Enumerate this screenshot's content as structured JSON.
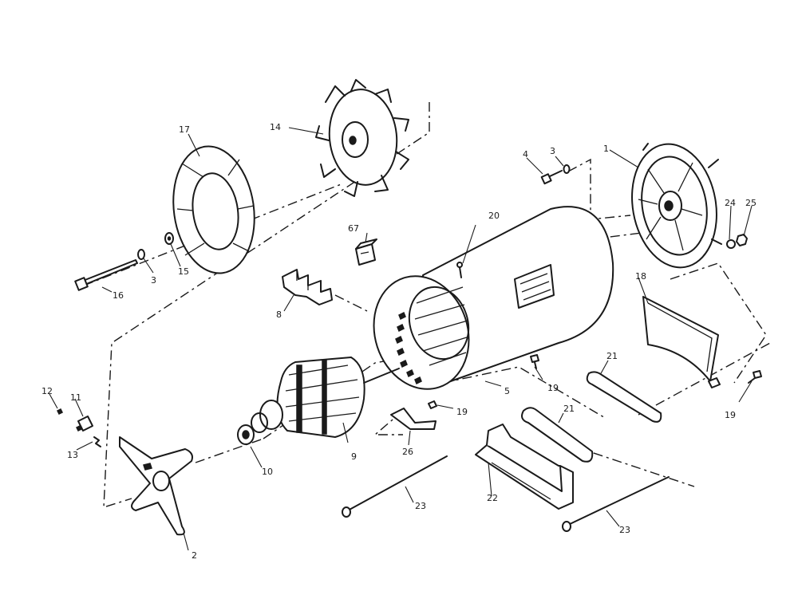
{
  "callouts": {
    "c1": "1",
    "c2": "2",
    "c3a": "3",
    "c3b": "3",
    "c4": "4",
    "c5": "5",
    "c67": "67",
    "c8": "8",
    "c9": "9",
    "c10": "10",
    "c11": "11",
    "c12": "12",
    "c13": "13",
    "c14": "14",
    "c15": "15",
    "c16": "16",
    "c17": "17",
    "c18": "18",
    "c19a": "19",
    "c19b": "19",
    "c19c": "19",
    "c20": "20",
    "c21a": "21",
    "c21b": "21",
    "c22": "22",
    "c23a": "23",
    "c23b": "23",
    "c24": "24",
    "c25": "25",
    "c26": "26"
  }
}
